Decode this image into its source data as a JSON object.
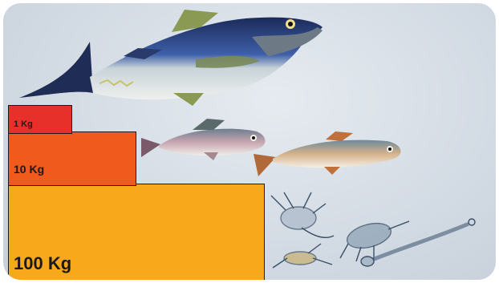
{
  "levels": [
    {
      "label": "1 Kg",
      "color": "#e8302a"
    },
    {
      "label": "10 Kg",
      "color": "#f05a1c"
    },
    {
      "label": "100 Kg",
      "color": "#f7a81b"
    }
  ],
  "illustrations": [
    "tuna-icon",
    "mackerel-icon",
    "herring-icon",
    "zooplankton-icon"
  ]
}
